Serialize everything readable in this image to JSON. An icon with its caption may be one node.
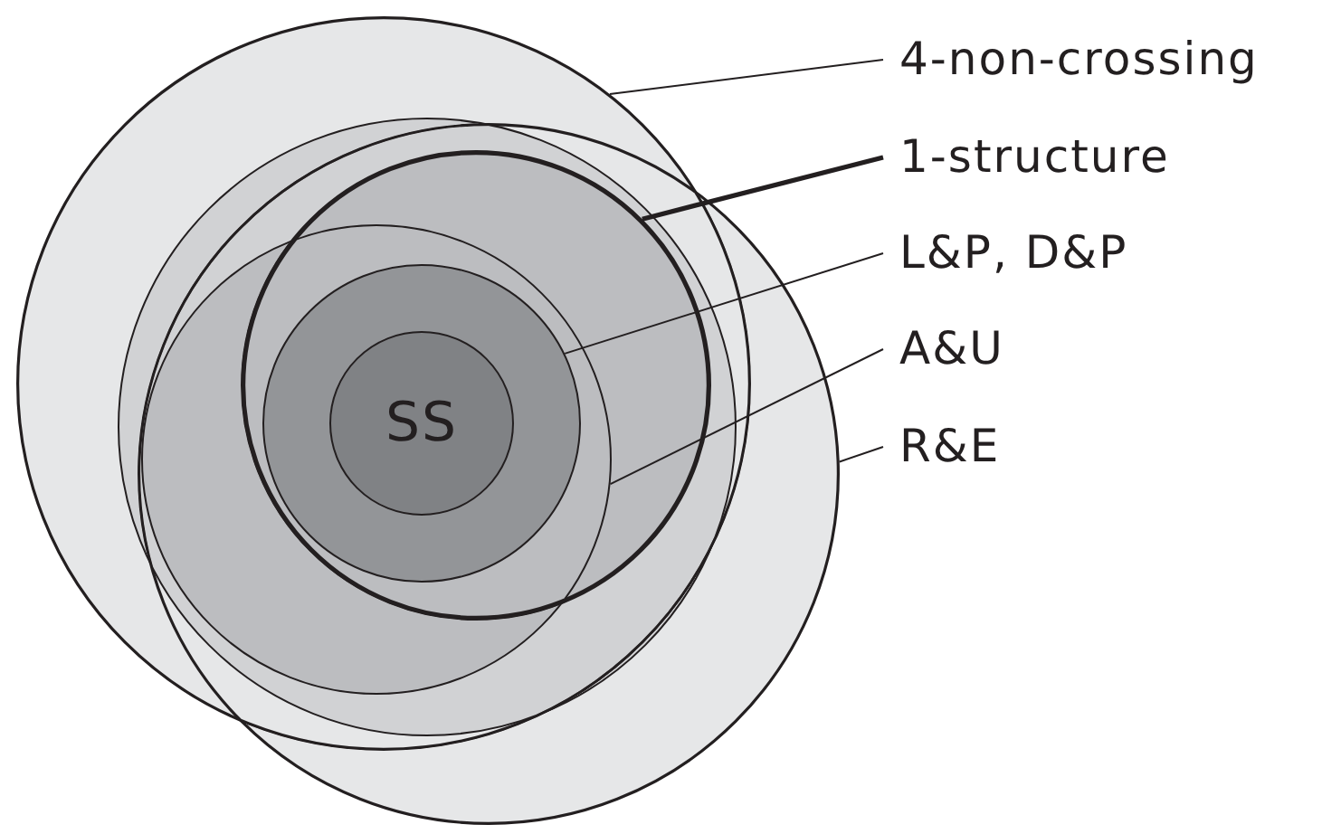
{
  "diagram": {
    "nodes": [
      {
        "text": [],
        "shape": "circle"
      },
      {
        "text": [],
        "shape": "circle"
      },
      {
        "text": [],
        "shape": "circle"
      },
      {
        "text": [],
        "shape": "circle",
        "in": 2
      },
      {
        "text": [],
        "shape": "circle",
        "in": 2
      },
      {
        "text": [],
        "shape": "circle"
      },
      {
        "text": [
          "SS"
        ],
        "in": 5
      },
      {
        "text": [
          "4-non-crossing"
        ]
      },
      {
        "text": [
          "1-structure"
        ]
      },
      {
        "text": [
          "L&P, D&P"
        ]
      },
      {
        "text": [
          "A&U"
        ]
      },
      {
        "text": [
          "R&E"
        ]
      }
    ],
    "edges": [
      {
        "from": 7,
        "to": 0,
        "arrow": "none"
      },
      {
        "from": 8,
        "to": 3,
        "arrow": "none",
        "style": "thick"
      },
      {
        "from": 9,
        "to": 5,
        "arrow": "none"
      },
      {
        "from": 10,
        "to": 4,
        "arrow": "none"
      },
      {
        "from": 11,
        "to": 1,
        "arrow": "none"
      }
    ]
  }
}
